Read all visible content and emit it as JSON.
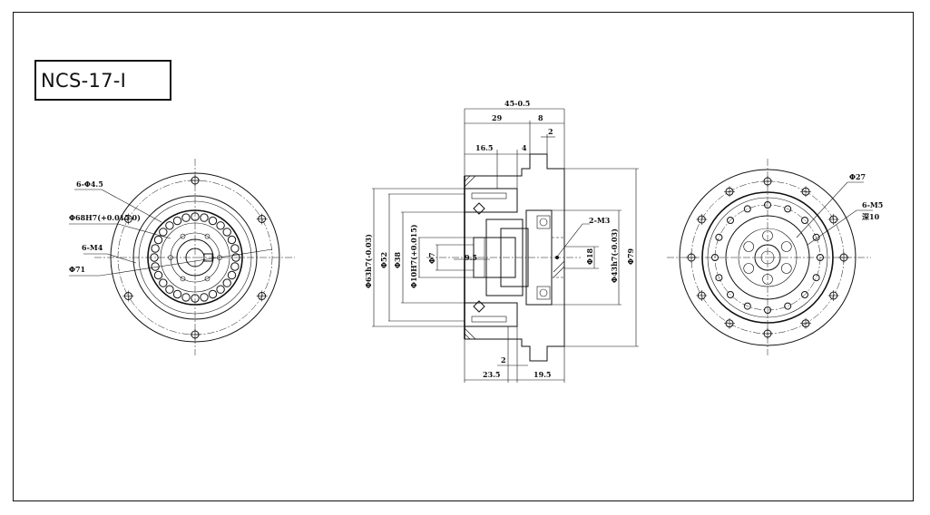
{
  "title": "NCS-17-I",
  "front_view": {
    "callouts": [
      "6-Φ4.5",
      "Φ68H7(+0.015 0)",
      "6-M4",
      "Φ71"
    ]
  },
  "section_view": {
    "top_dims": [
      "45-0.5",
      "29",
      "8",
      "2",
      "16.5",
      "4"
    ],
    "left_dims": [
      "Φ63h7(-0.03)",
      "Φ52",
      "Φ38",
      "Φ10H7(+0.015)",
      "Φ7"
    ],
    "inner_dims": [
      "9.5",
      "2-M3",
      "Φ18"
    ],
    "right_dims": [
      "Φ43h7(-0.03)",
      "Φ79"
    ],
    "bottom_dims": [
      "2",
      "23.5",
      "19.5"
    ]
  },
  "rear_view": {
    "callouts": [
      "Φ27",
      "6-M5",
      "深10"
    ]
  }
}
